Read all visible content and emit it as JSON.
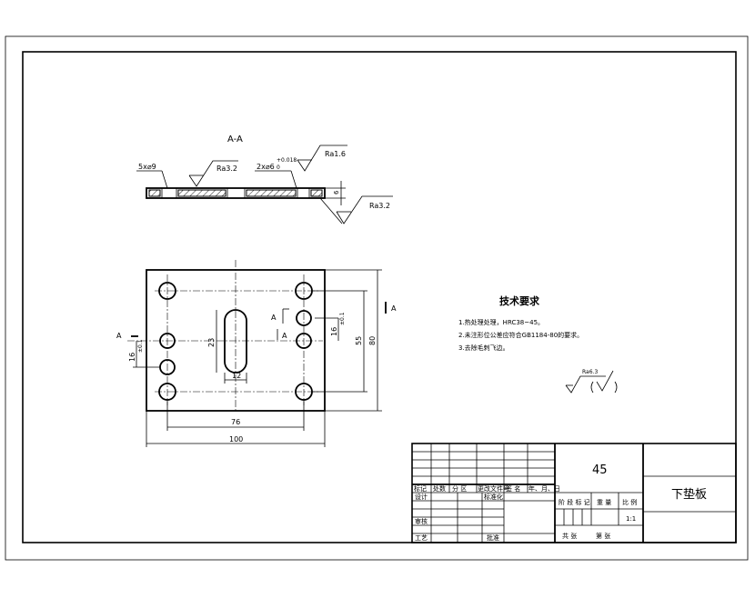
{
  "section_view": {
    "title": "A-A",
    "callout_slot": "5x⌀9",
    "callout_hole": "2x⌀6",
    "hole_tol_upper": "+0.018",
    "hole_tol_lower": "0",
    "roughness_top_left": "Ra3.2",
    "roughness_top_right": "Ra1.6",
    "roughness_right": "Ra3.2",
    "thickness": "6"
  },
  "plan_view": {
    "section_mark": "A",
    "dim_slot_length": "23",
    "dim_slot_width": "12",
    "dim_left_offset": "16",
    "dim_left_tol": "±0.1",
    "dim_right_offset": "16",
    "dim_right_tol": "±0.1",
    "dim_inner_height": "55",
    "dim_outer_height": "80",
    "dim_hole_spacing": "76",
    "dim_overall_width": "100"
  },
  "tech_requirements": {
    "title": "技术要求",
    "items": [
      "1.热处理处理，HRC38~45。",
      "2.未注形位公差应符合GB1184-80的要求。",
      "3.去除毛刺飞边。"
    ],
    "roughness_general": "Ra6.3"
  },
  "title_block": {
    "material": "45",
    "part_name": "下垫板",
    "scale": "1:1",
    "header_labels": [
      "标记",
      "处数",
      "分 区",
      "更改文件号",
      "签 名",
      "年、月、日"
    ],
    "row_design": "设计",
    "row_standard": "标准化",
    "row_review": "审核",
    "row_process": "工艺",
    "row_approve": "批准",
    "stage_mark": "阶 段 标 记",
    "weight": "重 量",
    "ratio": "比 例",
    "sheets_total": "共    张",
    "sheet_no": "第    张"
  }
}
